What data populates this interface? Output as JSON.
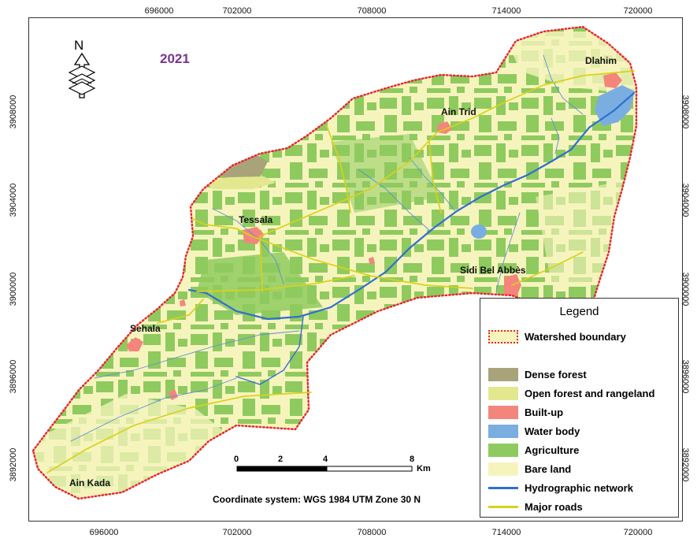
{
  "map": {
    "year": "2021",
    "year_color": "#7b3294",
    "x_ticks": [
      "696000",
      "702000",
      "708000",
      "714000",
      "720000"
    ],
    "y_ticks": [
      "3908000",
      "3904000",
      "3900000",
      "3896000",
      "3892000"
    ],
    "places": {
      "dlahim": "Dlahim",
      "ain_trid": "Ain Trid",
      "tessala": "Tessala",
      "sidi_bel_abbes": "Sidi Bel Abbès",
      "sehala": "Sehala",
      "ain_kada": "Ain Kada"
    },
    "north_label": "N",
    "scale": {
      "labels": [
        "0",
        "2",
        "4",
        "8"
      ],
      "unit": "Km"
    },
    "coordinate_system": "Coordinate system: WGS 1984 UTM Zone 30 N"
  },
  "legend": {
    "title": "Legend",
    "items": [
      {
        "label": "Watershed boundary",
        "color": "#e8242b",
        "kind": "boundary"
      },
      {
        "label": "Dense forest",
        "color": "#a9a37a",
        "kind": "fill"
      },
      {
        "label": "Open forest and rangeland",
        "color": "#e3e88e",
        "kind": "fill"
      },
      {
        "label": "Built-up",
        "color": "#f4857c",
        "kind": "fill"
      },
      {
        "label": "Water body",
        "color": "#7aaee0",
        "kind": "fill"
      },
      {
        "label": "Agriculture",
        "color": "#8fca5f",
        "kind": "fill"
      },
      {
        "label": "Bare land",
        "color": "#f6f4bd",
        "kind": "fill"
      },
      {
        "label": "Hydrographic network",
        "color": "#2f6fd0",
        "kind": "line"
      },
      {
        "label": "Major roads",
        "color": "#d8d21a",
        "kind": "line"
      }
    ]
  }
}
